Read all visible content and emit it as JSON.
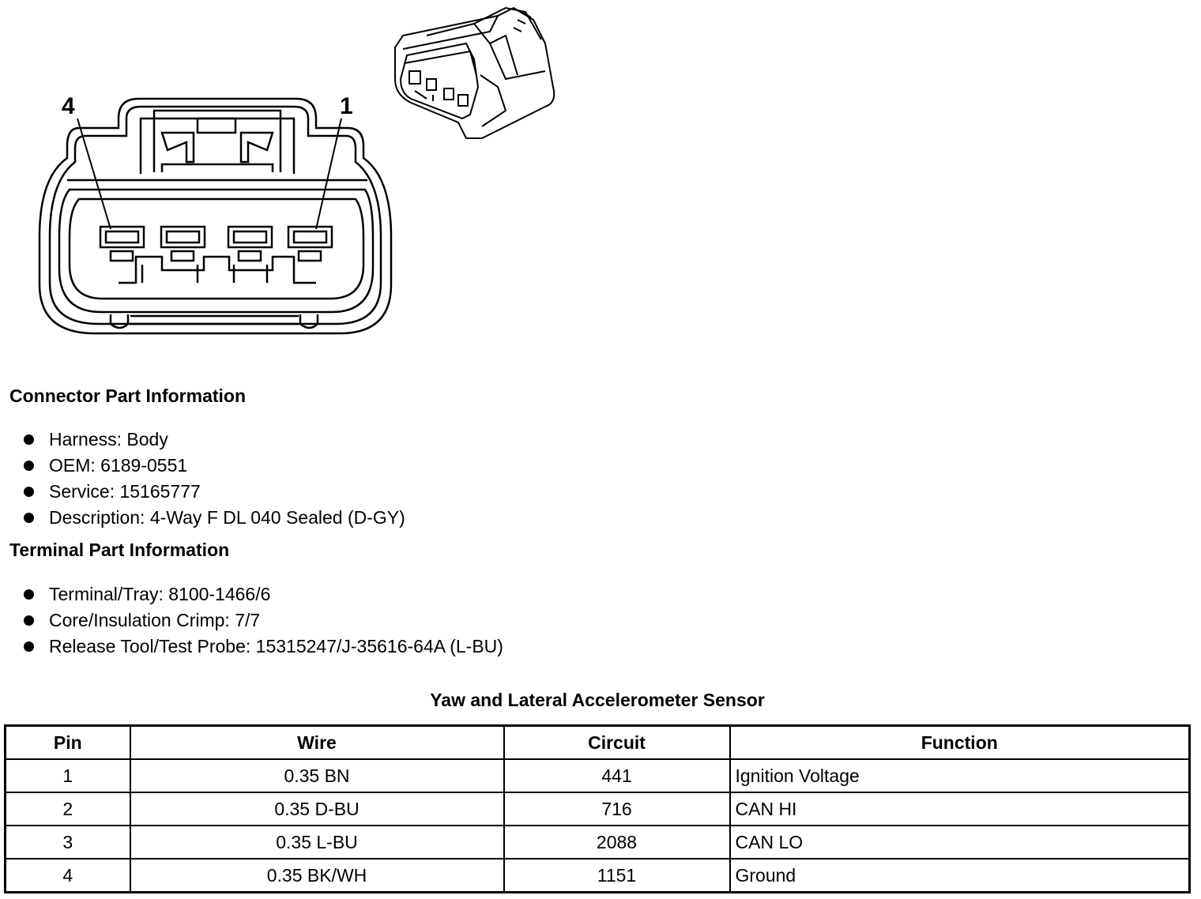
{
  "diagram": {
    "pin_label_left": "4",
    "pin_label_right": "1"
  },
  "connector_part": {
    "heading": "Connector Part Information",
    "items": [
      "Harness: Body",
      "OEM: 6189-0551",
      "Service: 15165777",
      "Description: 4-Way F DL 040 Sealed (D-GY)"
    ]
  },
  "terminal_part": {
    "heading": "Terminal Part Information",
    "items": [
      "Terminal/Tray: 8100-1466/6",
      "Core/Insulation Crimp: 7/7",
      "Release Tool/Test Probe: 15315247/J-35616-64A (L-BU)"
    ]
  },
  "table": {
    "title": "Yaw and Lateral Accelerometer Sensor",
    "headers": [
      "Pin",
      "Wire",
      "Circuit",
      "Function"
    ],
    "rows": [
      [
        "1",
        "0.35 BN",
        "441",
        "Ignition Voltage"
      ],
      [
        "2",
        "0.35 D-BU",
        "716",
        "CAN HI"
      ],
      [
        "3",
        "0.35 L-BU",
        "2088",
        "CAN LO"
      ],
      [
        "4",
        "0.35 BK/WH",
        "1151",
        "Ground"
      ]
    ]
  }
}
